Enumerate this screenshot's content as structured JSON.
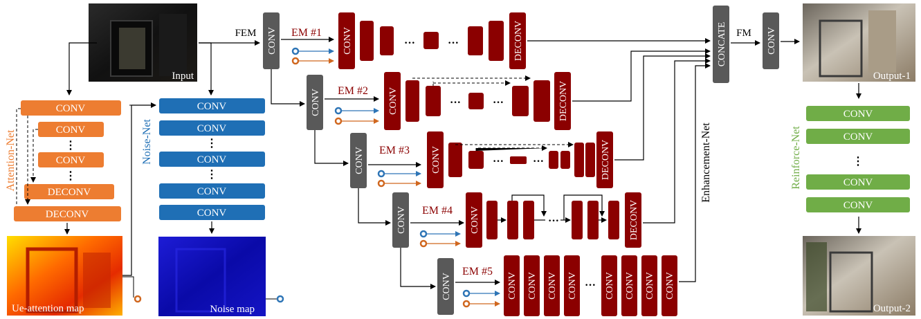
{
  "labels": {
    "input": "Input",
    "fem": "FEM",
    "fm": "FM",
    "output1": "Output-1",
    "output2": "Output-2",
    "attention_net": "Attention-Net",
    "noise_net": "Noise-Net",
    "enhancement_net": "Enhancement-Net",
    "reinforce_net": "Reinforce-Net",
    "attention_map": "Ue-attention map",
    "noise_map": "Noise map",
    "concate": "CONCATE",
    "conv": "CONV",
    "deconv": "DECONV",
    "dots_v": "⋮",
    "dots_h": "···"
  },
  "em_labels": [
    "EM #1",
    "EM #2",
    "EM #3",
    "EM #4",
    "EM #5"
  ],
  "attention_layers": [
    "CONV",
    "CONV",
    "⋮",
    "CONV",
    "⋮",
    "DECONV",
    "DECONV"
  ],
  "noise_layers": [
    "CONV",
    "CONV",
    "⋮",
    "CONV",
    "⋮",
    "CONV",
    "CONV"
  ],
  "reinforce_layers": [
    "CONV",
    "CONV",
    "⋮",
    "CONV",
    "CONV"
  ],
  "colors": {
    "attention": "#ed7d31",
    "noise": "#1f6fb5",
    "reinforce": "#70ad47",
    "em": "#8b0000",
    "gray_box": "#595959",
    "orange_marker": "#d0671f",
    "blue_marker": "#2e75b6"
  }
}
